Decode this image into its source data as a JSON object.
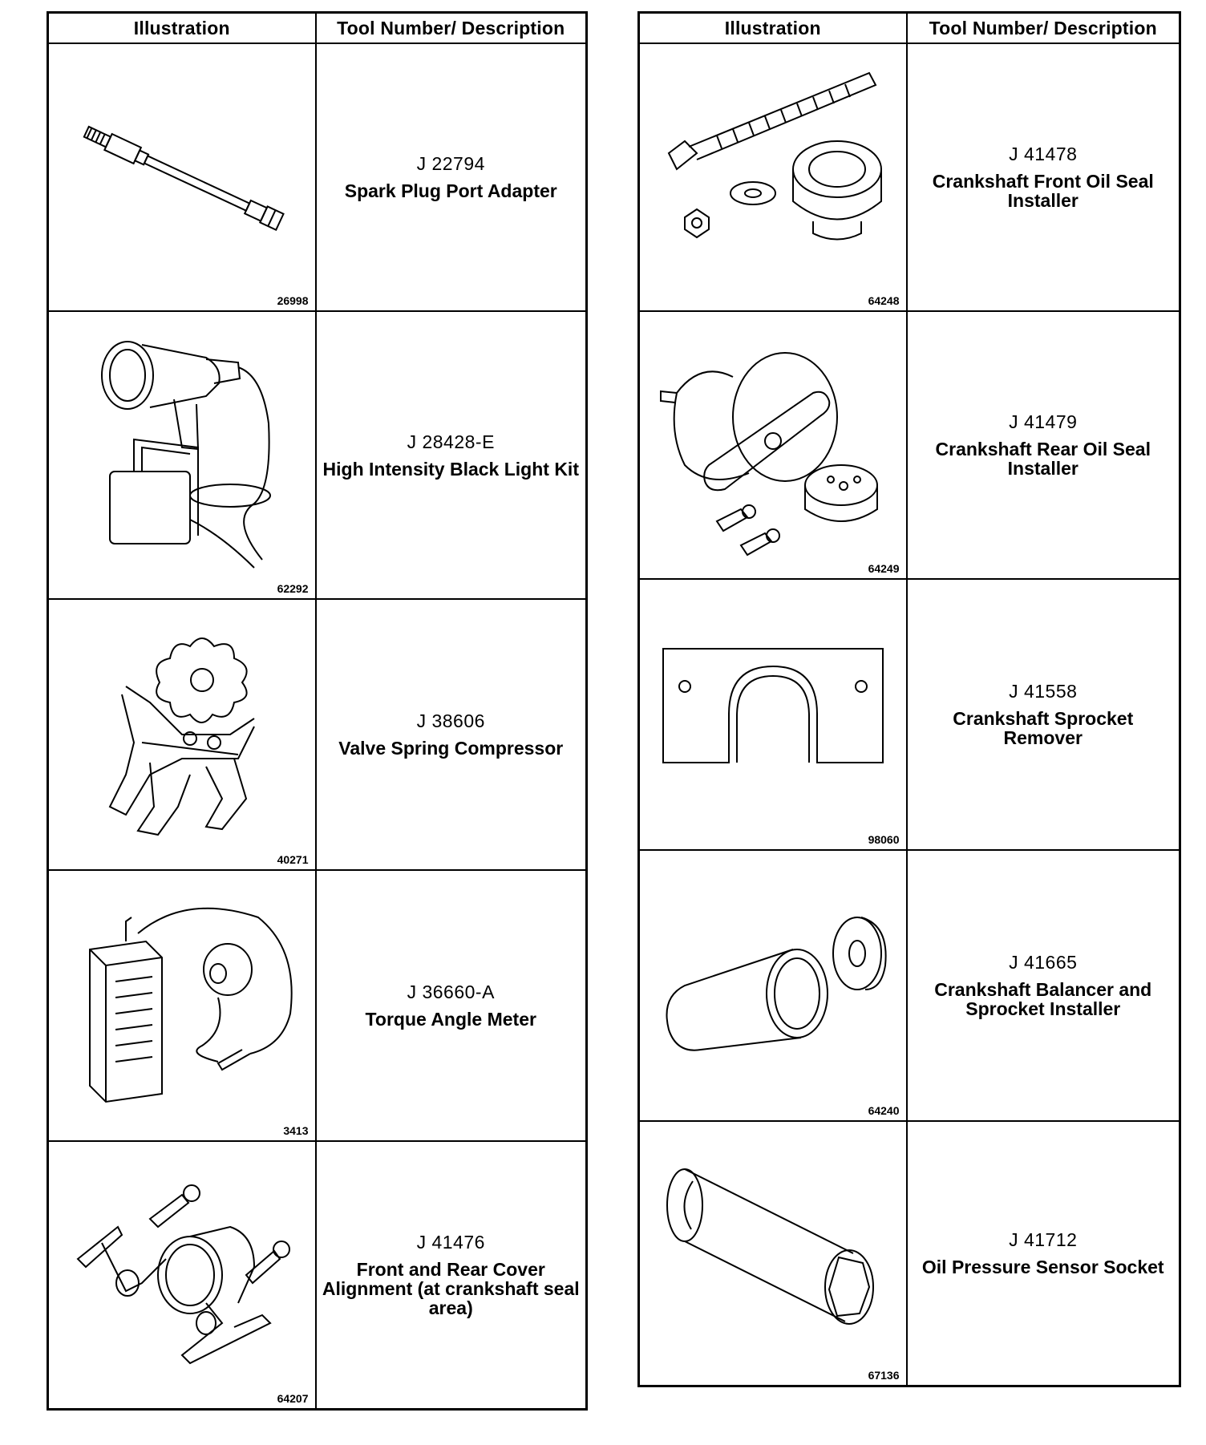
{
  "left_table": {
    "headers": {
      "illustration": "Illustration",
      "tool": "Tool Number/ Description"
    },
    "rows": [
      {
        "number": "J 22794",
        "description": "Spark Plug Port Adapter",
        "figure": "26998",
        "icon": "spark-plug-port-adapter-icon"
      },
      {
        "number": "J 28428-E",
        "description": "High Intensity Black Light Kit",
        "figure": "62292",
        "icon": "black-light-kit-icon"
      },
      {
        "number": "J 38606",
        "description": "Valve Spring Compressor",
        "figure": "40271",
        "icon": "valve-spring-compressor-icon"
      },
      {
        "number": "J 36660-A",
        "description": "Torque Angle Meter",
        "figure": "3413",
        "icon": "torque-angle-meter-icon"
      },
      {
        "number": "J 41476",
        "description": "Front and Rear Cover Alignment (at crankshaft seal area)",
        "figure": "64207",
        "icon": "cover-alignment-tool-icon"
      }
    ]
  },
  "right_table": {
    "headers": {
      "illustration": "Illustration",
      "tool": "Tool Number/ Description"
    },
    "rows": [
      {
        "number": "J 41478",
        "description": "Crankshaft Front Oil Seal Installer",
        "figure": "64248",
        "icon": "front-oil-seal-installer-icon"
      },
      {
        "number": "J 41479",
        "description": "Crankshaft Rear Oil Seal Installer",
        "figure": "64249",
        "icon": "rear-oil-seal-installer-icon"
      },
      {
        "number": "J 41558",
        "description": "Crankshaft Sprocket Remover",
        "figure": "98060",
        "icon": "sprocket-remover-icon"
      },
      {
        "number": "J 41665",
        "description": "Crankshaft Balancer and Sprocket Installer",
        "figure": "64240",
        "icon": "balancer-sprocket-installer-icon"
      },
      {
        "number": "J 41712",
        "description": "Oil Pressure Sensor Socket",
        "figure": "67136",
        "icon": "oil-pressure-sensor-socket-icon"
      }
    ]
  }
}
